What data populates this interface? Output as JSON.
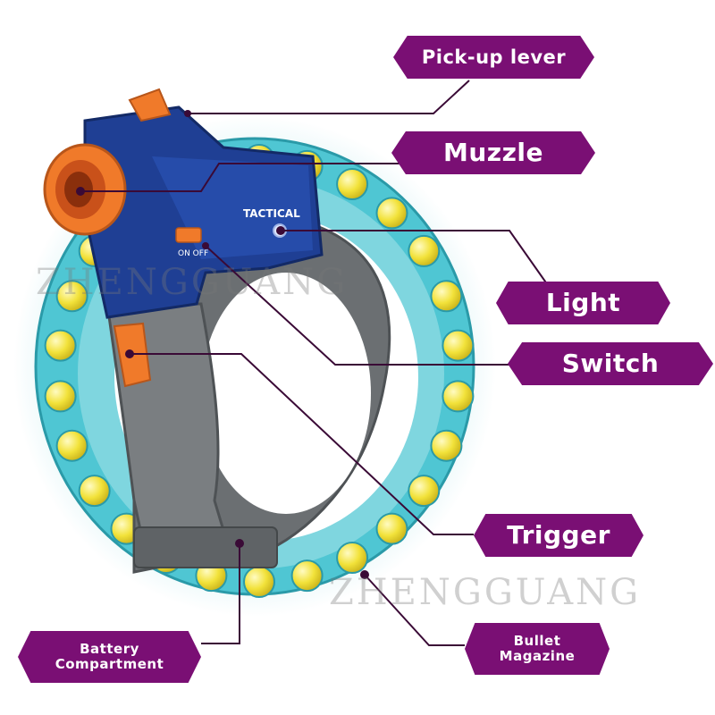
{
  "labels": {
    "pickup_lever": "Pick-up lever",
    "muzzle": "Muzzle",
    "light": "Light",
    "switch": "Switch",
    "trigger": "Trigger",
    "battery_compartment": "Battery Compartment",
    "bullet_magazine": "Bullet Magazine"
  },
  "product": {
    "switch_text": "ON OFF",
    "body_text": "TACTICAL"
  },
  "watermark": "ZHENGGUANG",
  "colors": {
    "label_bg": "#7a0f74",
    "label_text": "#ffffff",
    "leader_line": "#3a0a36",
    "blaster_blue": "#1f3f94",
    "muzzle_orange": "#f07a2a",
    "magazine_teal": "#4fc6d3",
    "grip_gray": "#6b6f72",
    "ball_yellow": "#f2e23a"
  }
}
